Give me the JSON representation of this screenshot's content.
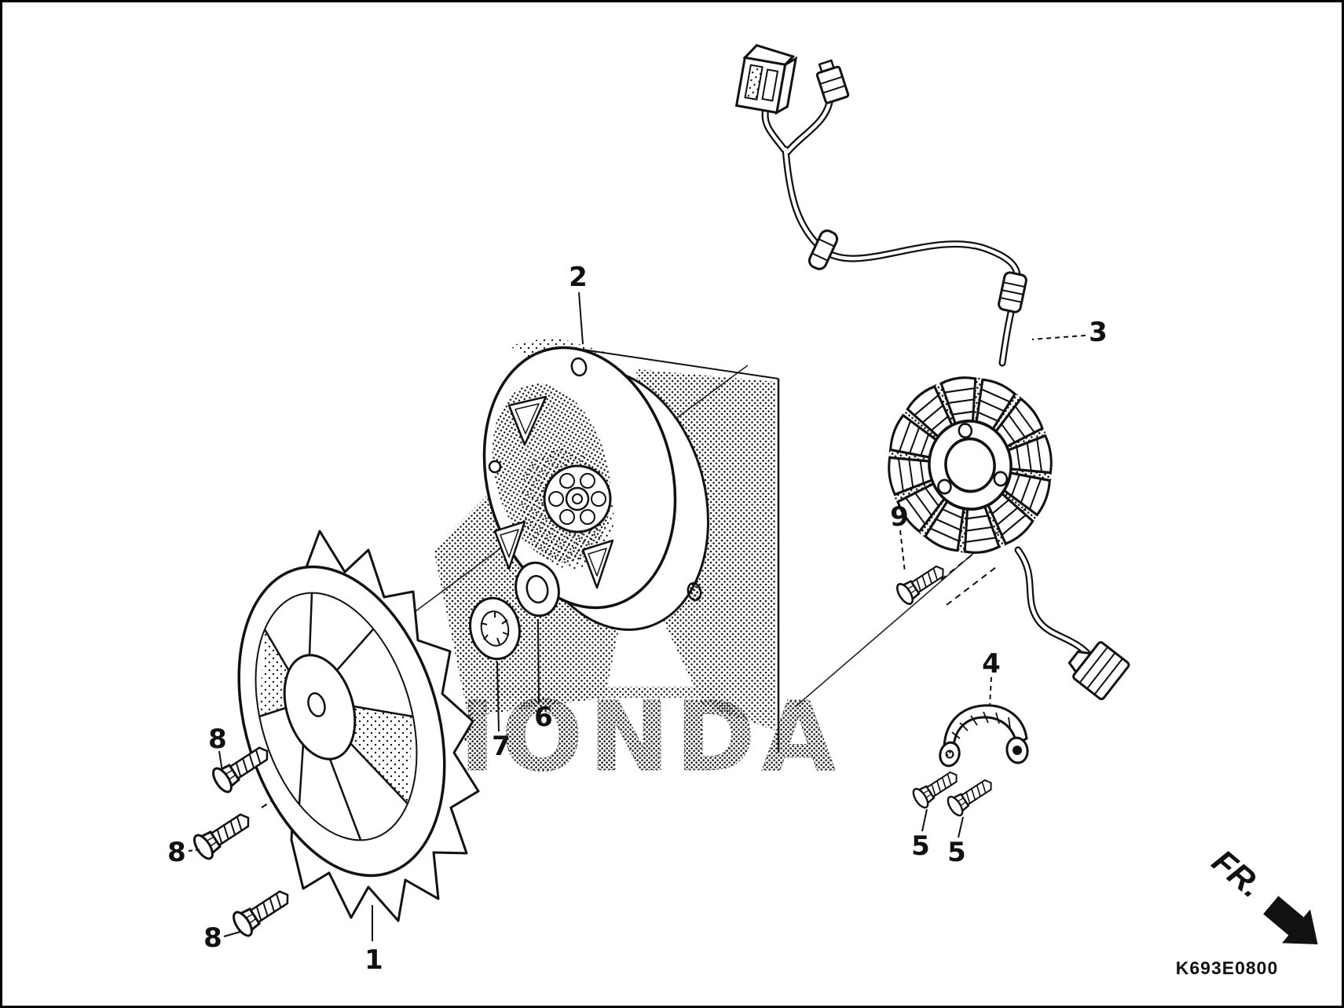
{
  "diagram": {
    "drawing_code": "K693E0800",
    "direction_indicator": "FR.",
    "watermark": "HONDA",
    "background_color": "#ffffff",
    "line_color": "#111111",
    "callouts": [
      {
        "ref": "1"
      },
      {
        "ref": "2"
      },
      {
        "ref": "3"
      },
      {
        "ref": "4"
      },
      {
        "ref": "5"
      },
      {
        "ref": "5"
      },
      {
        "ref": "6"
      },
      {
        "ref": "7"
      },
      {
        "ref": "8"
      },
      {
        "ref": "8"
      },
      {
        "ref": "8"
      },
      {
        "ref": "9"
      }
    ]
  }
}
